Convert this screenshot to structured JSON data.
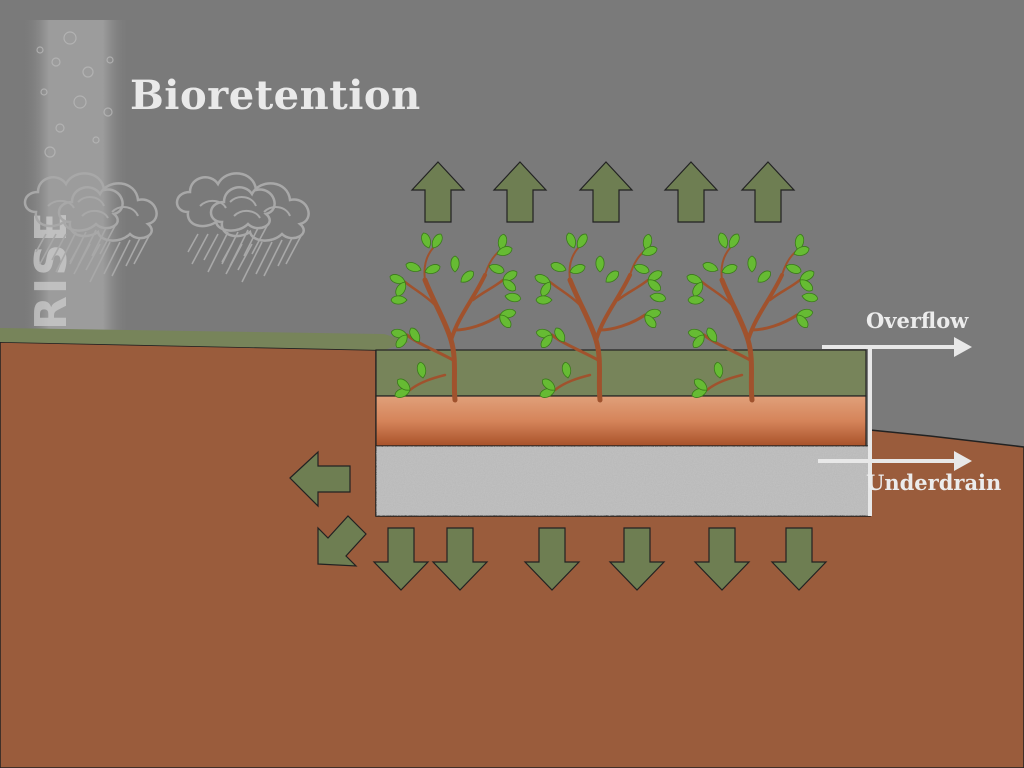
{
  "diagram": {
    "title": "Bioretention",
    "labels": {
      "overflow": "Overflow",
      "underdrain": "Underdrain"
    },
    "logo_text": "RISE",
    "colors": {
      "sky": "#7a7a7a",
      "soil": "#9a5c3c",
      "vegetation_layer": "#77845a",
      "arrow_fill": "#6e7e52",
      "sand_layer": "#d5845a",
      "gravel_layer": "#b9b9b9",
      "pipe": "#e8e8e8",
      "leaf": "#66bb33",
      "trunk": "#a0522d"
    },
    "icons": [
      "rain-cloud-icon",
      "up-arrow-icon",
      "down-arrow-icon",
      "left-arrow-icon",
      "tree-icon"
    ]
  }
}
